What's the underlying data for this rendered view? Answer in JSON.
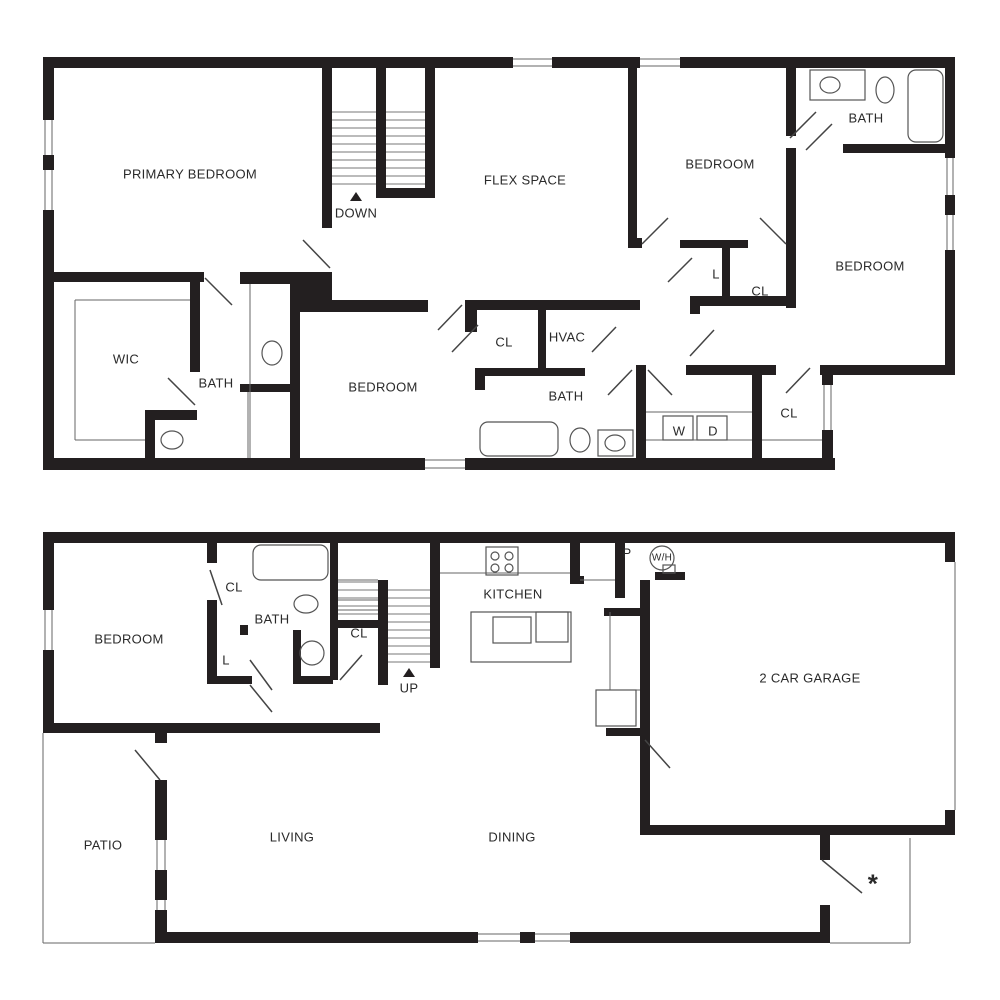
{
  "upper_floor": {
    "rooms": {
      "primary_bedroom": "PRIMARY BEDROOM",
      "stair_down": "DOWN",
      "flex_space": "FLEX SPACE",
      "bedroom_ne": "BEDROOM",
      "bath_ne": "BATH",
      "bedroom_e": "BEDROOM",
      "linen": "L",
      "closet_ne": "CL",
      "wic": "WIC",
      "bath_primary": "BATH",
      "bedroom_center": "BEDROOM",
      "closet_center": "CL",
      "hvac": "HVAC",
      "bath_hall": "BATH",
      "closet_se": "CL",
      "washer": "W",
      "dryer": "D"
    }
  },
  "lower_floor": {
    "rooms": {
      "bedroom": "BEDROOM",
      "closet_bed": "CL",
      "bath": "BATH",
      "linen": "L",
      "closet_stair": "CL",
      "stair_up": "UP",
      "kitchen": "KITCHEN",
      "pantry": "P",
      "water_heater": "W/H",
      "garage": "2 CAR GARAGE",
      "patio": "PATIO",
      "living": "LIVING",
      "dining": "DINING",
      "note_marker": "*"
    }
  },
  "colors": {
    "wall": "#231f20",
    "fixture": "#555555",
    "background": "#ffffff"
  }
}
